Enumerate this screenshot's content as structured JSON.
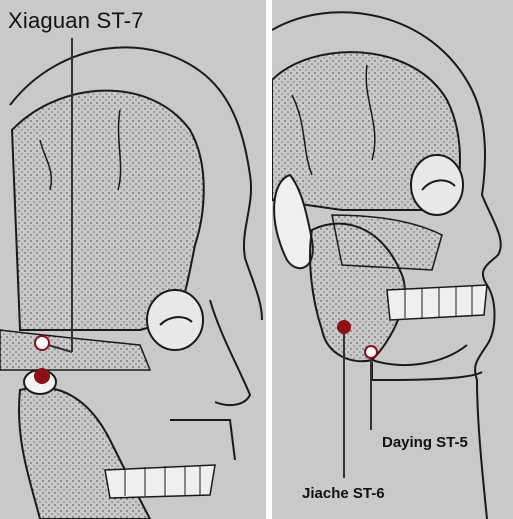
{
  "panels": [
    {
      "id": "left",
      "points": [
        {
          "label": "Xiaguan ST-7",
          "marker": "open-circle"
        },
        {
          "label": "",
          "marker": "filled-circle"
        }
      ]
    },
    {
      "id": "right",
      "points": [
        {
          "label": "Daying ST-5",
          "marker": "open-circle"
        },
        {
          "label": "Jiache ST-6",
          "marker": "filled-circle"
        }
      ]
    }
  ],
  "colors": {
    "background": "#c9c9c9",
    "outline": "#1a1a1a",
    "marker": "#8b0f14",
    "leader_line": "#333333"
  }
}
